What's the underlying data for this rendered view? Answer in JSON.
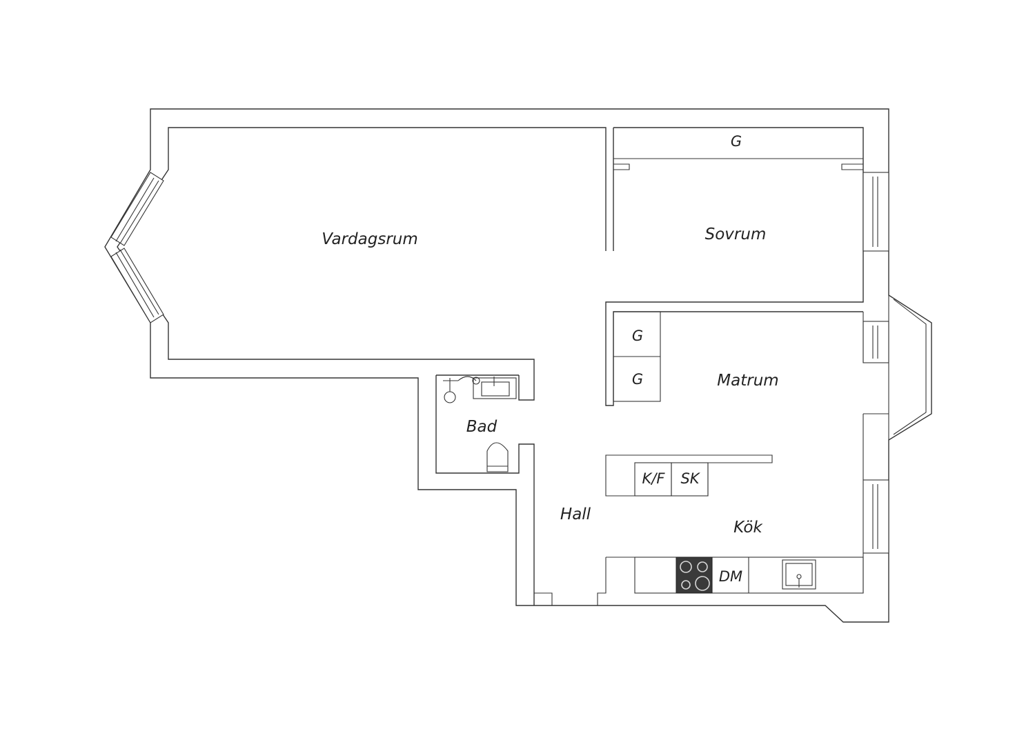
{
  "rooms": {
    "vardagsrum": "Vardagsrum",
    "sovrum": "Sovrum",
    "matrum": "Matrum",
    "bad": "Bad",
    "hall": "Hall",
    "kok": "Kök"
  },
  "fixtures": {
    "wardrobe_sovrum": "G",
    "wardrobe_matrum_1": "G",
    "wardrobe_matrum_2": "G",
    "fridge_freezer": "K/F",
    "freezer": "SK",
    "dishwasher": "DM"
  }
}
